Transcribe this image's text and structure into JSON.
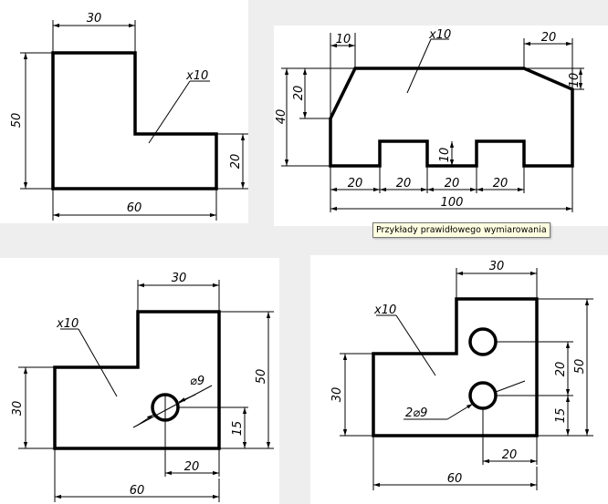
{
  "tooltip": {
    "text": "Przykłady prawidłowego wymiarowania"
  },
  "drawing1": {
    "dim_top": "30",
    "dim_left": "50",
    "dim_right": "20",
    "dim_bottom": "60",
    "thickness": "x10"
  },
  "drawing2": {
    "dim_top_left": "10",
    "dim_top_right": "20",
    "dim_left_outer": "40",
    "dim_left_inner": "20",
    "dim_right": "10",
    "dim_notch_depth": "10",
    "dim_seg1": "20",
    "dim_seg2": "20",
    "dim_seg3": "20",
    "dim_seg4": "20",
    "dim_total": "100",
    "thickness": "x10"
  },
  "drawing3": {
    "dim_top": "30",
    "dim_left": "30",
    "dim_right_outer": "50",
    "dim_right_inner": "15",
    "dim_hole_x": "20",
    "dim_bottom": "60",
    "hole": "⌀9",
    "thickness": "x10"
  },
  "drawing4": {
    "dim_top": "30",
    "dim_left": "30",
    "dim_right_outer": "50",
    "dim_right_mid": "20",
    "dim_right_low": "15",
    "dim_hole_x": "20",
    "dim_bottom": "60",
    "holes": "2⌀9",
    "thickness": "x10"
  }
}
